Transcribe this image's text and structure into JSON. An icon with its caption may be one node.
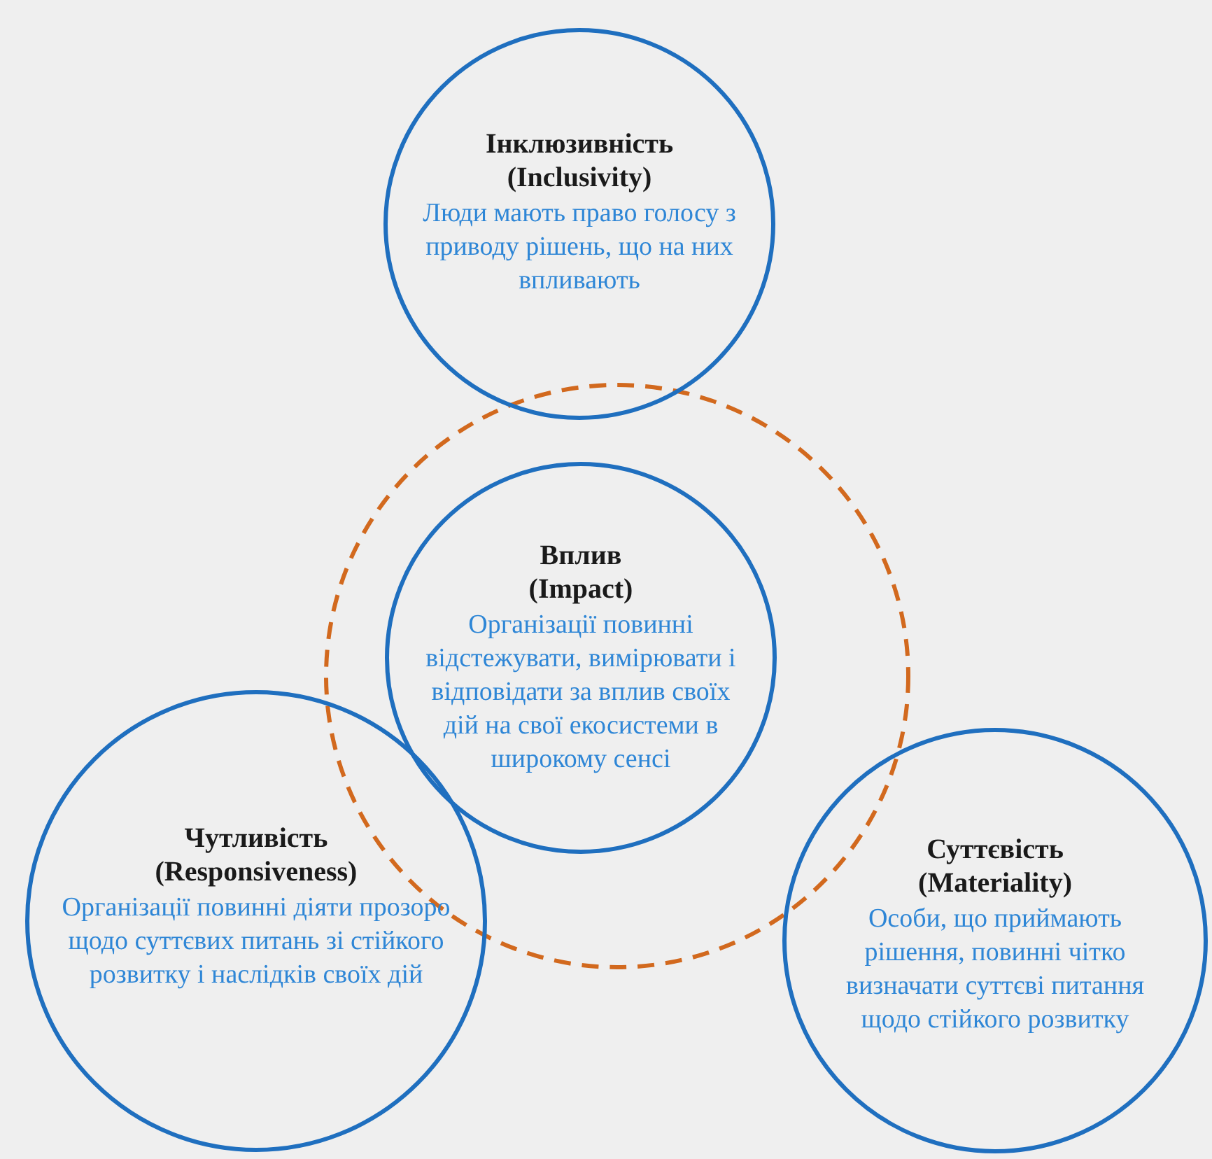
{
  "diagram": {
    "nodes": [
      {
        "text": [
          "Інклюзивність (Inclusivity)",
          "Люди мають право голосу з приводу рішень, що на них впливають"
        ]
      },
      {
        "text": [],
        "shape": "circle"
      },
      {
        "in": 1,
        "text": [
          "Вплив (Impact)",
          "Організації повинні відстежувати, вимірювати і відповідати за вплив своїх дій на свої екосистеми в широкому сенсі"
        ]
      },
      {
        "text": [
          "Чутливість (Responsiveness)",
          "Організації повинні діяти прозоро щодо суттєвих питань зі стійкого розвитку і наслідків своїх дій"
        ]
      },
      {
        "text": [
          "Суттєвість (Materiality)",
          "Особи, що приймають рішення, повинні чітко визначати суттєві питання щодо стійкого розвитку"
        ]
      }
    ],
    "edges": []
  }
}
